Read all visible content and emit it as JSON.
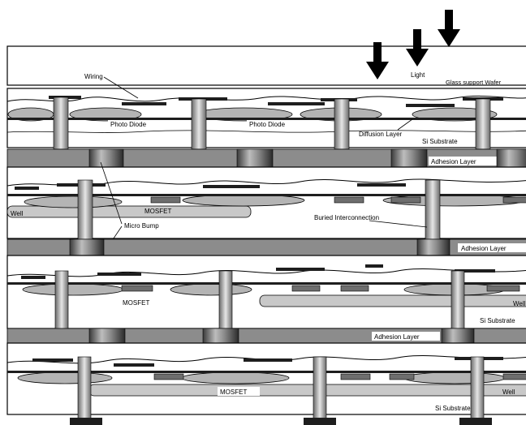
{
  "labels": {
    "light": "Light",
    "glass": "Glass support Wafer",
    "wiring": "Wiring",
    "photo_diode_1": "Photo Diode",
    "photo_diode_2": "Photo Diode",
    "diffusion": "Diffusion Layer",
    "si_substrate_1": "Si Substrate",
    "adhesion_1": "Adhesion Layer",
    "well_1": "Well",
    "mosfet_1": "MOSFET",
    "micro_bump": "Micro Bump",
    "buried": "Buried Interconnection",
    "adhesion_2": "Adhesion Layer",
    "mosfet_2": "MOSFET",
    "well_2": "Well",
    "si_substrate_2": "Si Substrate",
    "adhesion_3": "Adhesion Layer",
    "mosfet_3": "MOSFET",
    "well_3": "Well",
    "si_substrate_3": "Si Substrate"
  },
  "colors": {
    "adhesion": "#8c8c8c",
    "substrate": "#ffffff",
    "diode": "#b4b4b4",
    "well": "#c8c8c8",
    "metal": "#1e1e1e",
    "via": "#a0a0a0",
    "bump": "#6e6e6e",
    "outline": "#000000"
  }
}
